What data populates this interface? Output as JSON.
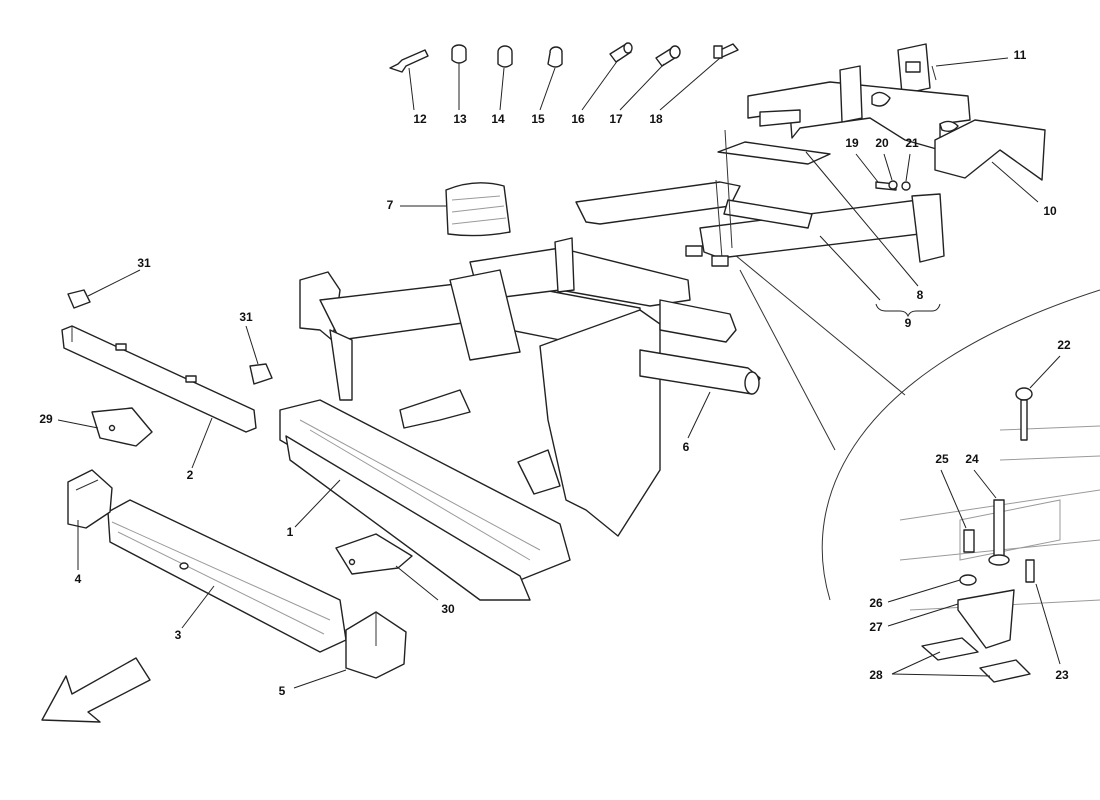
{
  "callouts": [
    {
      "id": "1",
      "label": "1",
      "part": "front-frame-assembly"
    },
    {
      "id": "2",
      "label": "2",
      "part": "left-side-rail"
    },
    {
      "id": "3",
      "label": "3",
      "part": "lower-sill-member"
    },
    {
      "id": "4",
      "label": "4",
      "part": "corner-bracket"
    },
    {
      "id": "5",
      "label": "5",
      "part": "end-cap-block"
    },
    {
      "id": "6",
      "label": "6",
      "part": "right-side-tube"
    },
    {
      "id": "7",
      "label": "7",
      "part": "panel-pad"
    },
    {
      "id": "8",
      "label": "8",
      "part": "upper-plate"
    },
    {
      "id": "9",
      "label": "9",
      "part": "rear-subframe-group"
    },
    {
      "id": "10",
      "label": "10",
      "part": "rear-crossmember"
    },
    {
      "id": "11",
      "label": "11",
      "part": "mounting-bracket"
    },
    {
      "id": "12",
      "label": "12",
      "part": "rivet"
    },
    {
      "id": "13",
      "label": "13",
      "part": "plug"
    },
    {
      "id": "14",
      "label": "14",
      "part": "plug"
    },
    {
      "id": "15",
      "label": "15",
      "part": "plug"
    },
    {
      "id": "16",
      "label": "16",
      "part": "plug"
    },
    {
      "id": "17",
      "label": "17",
      "part": "plug"
    },
    {
      "id": "18",
      "label": "18",
      "part": "screw"
    },
    {
      "id": "19",
      "label": "19",
      "part": "bolt"
    },
    {
      "id": "20",
      "label": "20",
      "part": "nut"
    },
    {
      "id": "21",
      "label": "21",
      "part": "washer"
    },
    {
      "id": "22",
      "label": "22",
      "part": "screw"
    },
    {
      "id": "23",
      "label": "23",
      "part": "screw"
    },
    {
      "id": "24",
      "label": "24",
      "part": "bolt"
    },
    {
      "id": "25",
      "label": "25",
      "part": "screw"
    },
    {
      "id": "26",
      "label": "26",
      "part": "washer"
    },
    {
      "id": "27",
      "label": "27",
      "part": "plate"
    },
    {
      "id": "28",
      "label": "28",
      "part": "shim"
    },
    {
      "id": "29",
      "label": "29",
      "part": "bracket"
    },
    {
      "id": "30",
      "label": "30",
      "part": "bracket"
    },
    {
      "id": "31a",
      "label": "31",
      "part": "clip"
    },
    {
      "id": "31b",
      "label": "31",
      "part": "clip"
    }
  ]
}
